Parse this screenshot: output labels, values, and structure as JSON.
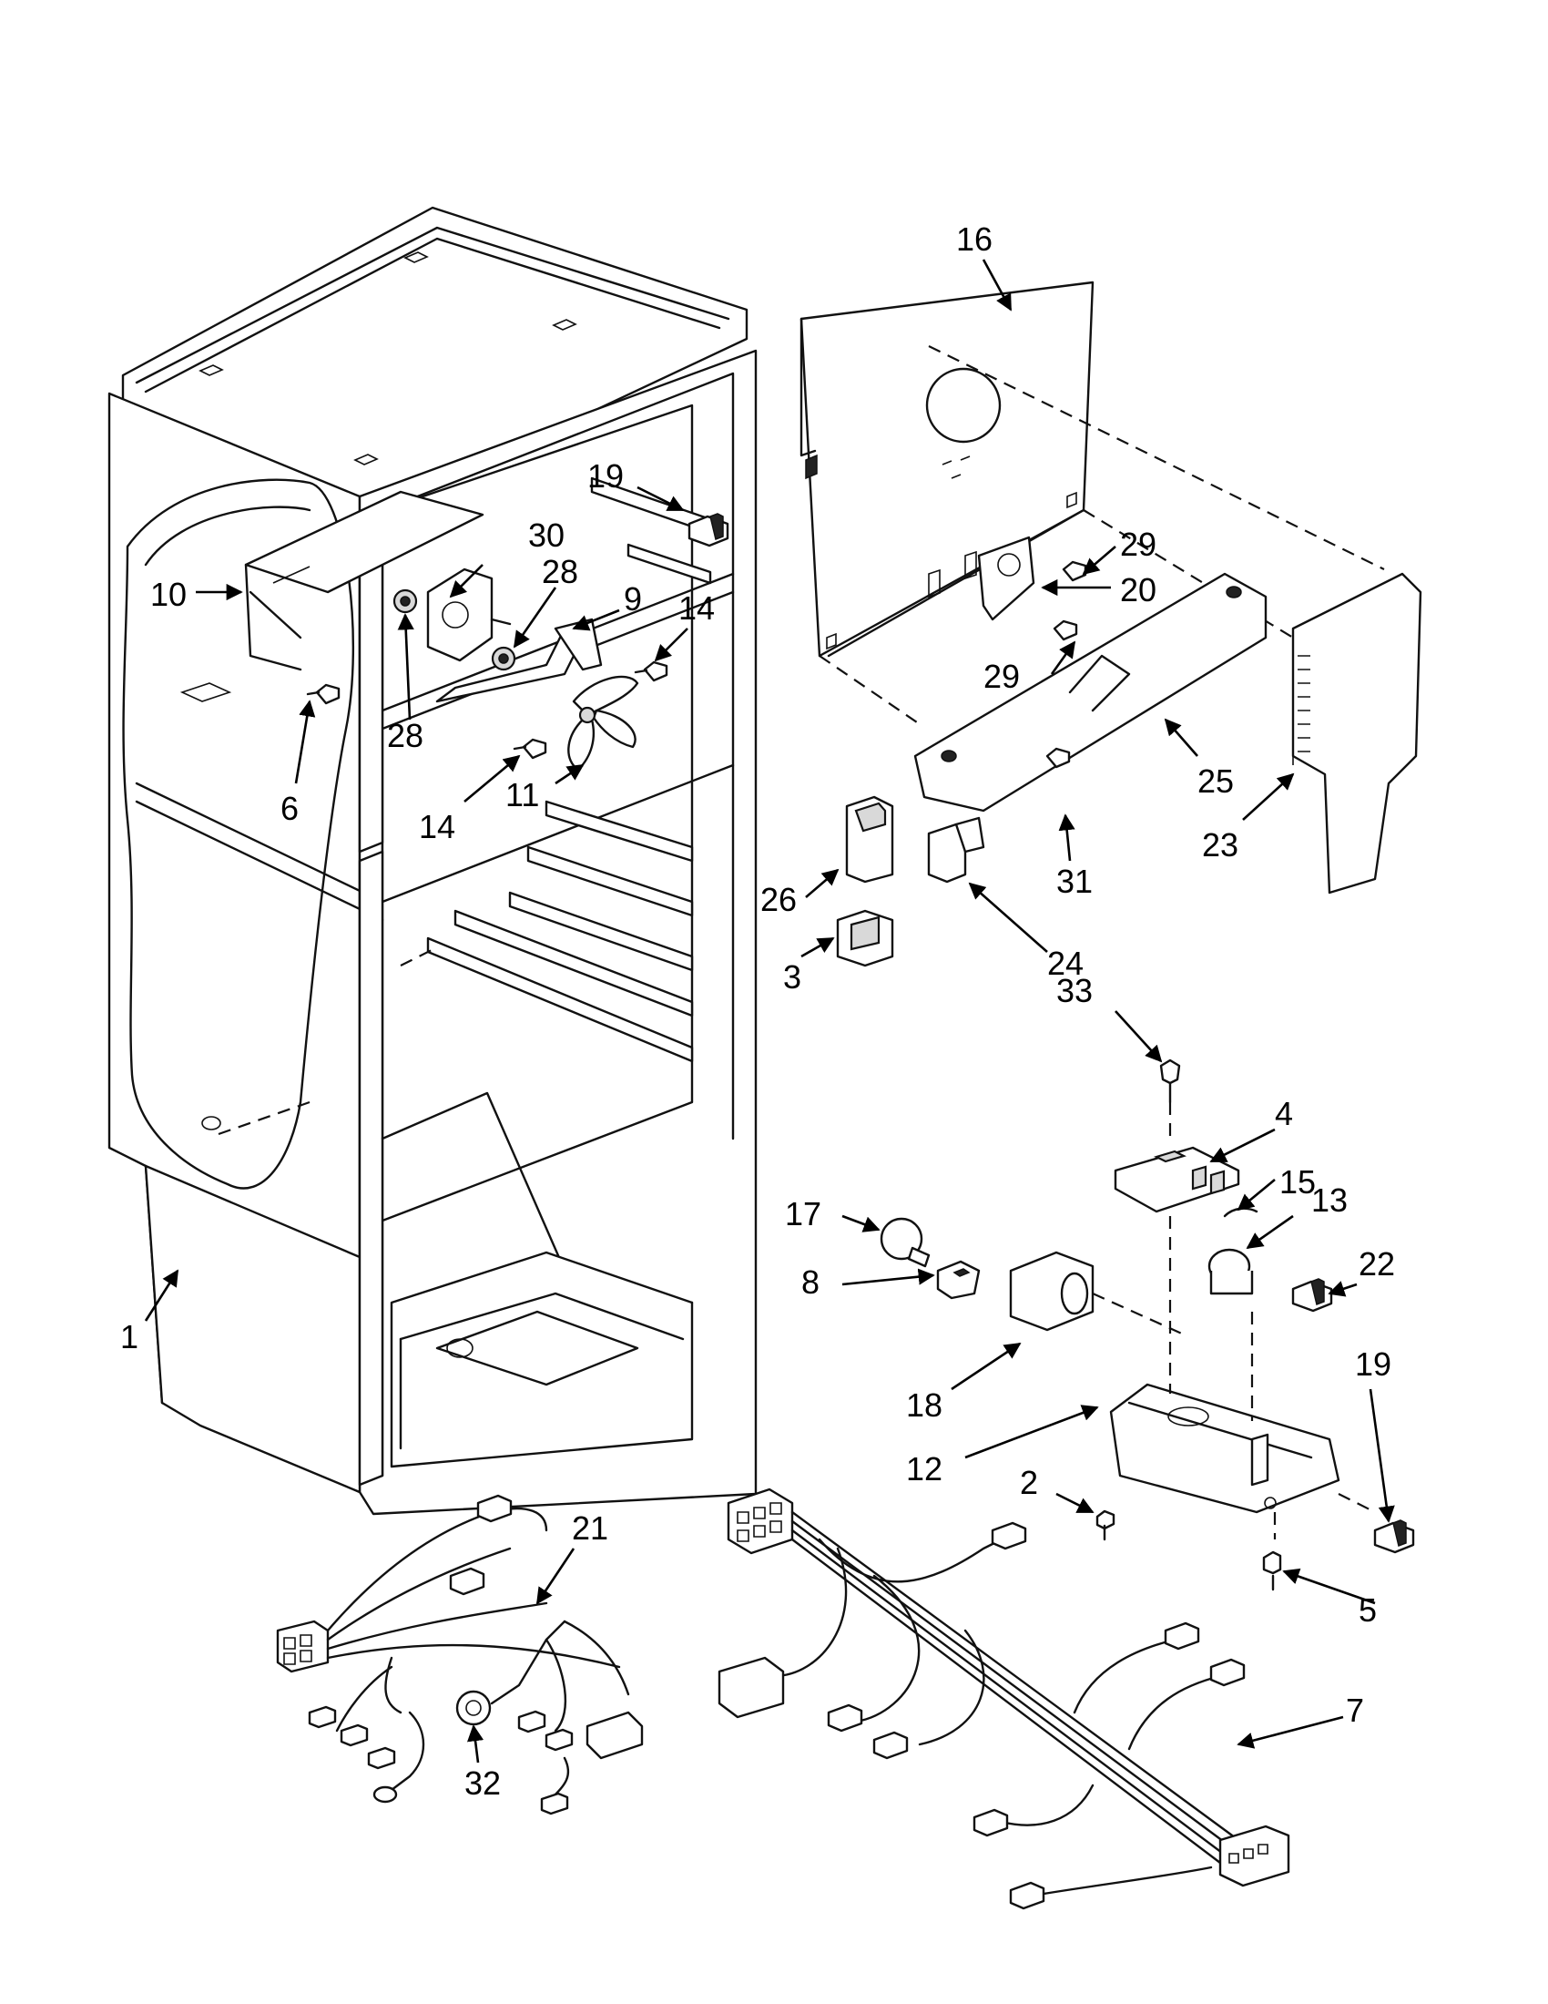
{
  "callouts": {
    "c1": "1",
    "c2": "2",
    "c3": "3",
    "c4": "4",
    "c5": "5",
    "c6": "6",
    "c7": "7",
    "c8": "8",
    "c9": "9",
    "c10": "10",
    "c11": "11",
    "c12": "12",
    "c13": "13",
    "c14a": "14",
    "c14b": "14",
    "c15": "15",
    "c16": "16",
    "c17": "17",
    "c18": "18",
    "c19a": "19",
    "c19b": "19",
    "c20": "20",
    "c21": "21",
    "c22": "22",
    "c23": "23",
    "c24": "24",
    "c25": "25",
    "c26": "26",
    "c28a": "28",
    "c28b": "28",
    "c29a": "29",
    "c29b": "29",
    "c30": "30",
    "c31": "31",
    "c32": "32",
    "c33": "33"
  },
  "colors": {
    "line": "#111111",
    "background": "#ffffff"
  }
}
